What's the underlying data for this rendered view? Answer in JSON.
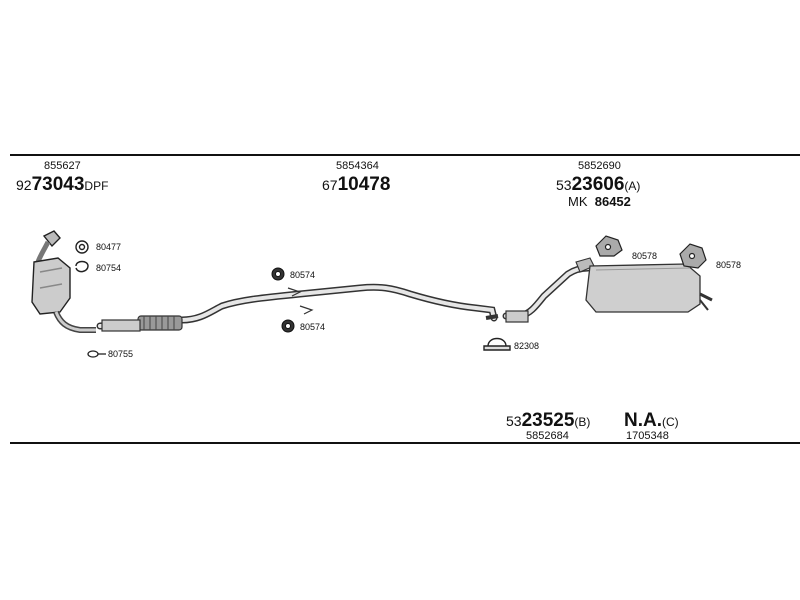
{
  "colors": {
    "ink": "#111111",
    "background": "#ffffff"
  },
  "sections": {
    "left": {
      "ref": "855627",
      "part_prefix": "92",
      "part_main": "73043",
      "part_suffix": "DPF"
    },
    "middle": {
      "ref": "5854364",
      "part_prefix": "67",
      "part_main": "10478"
    },
    "right": {
      "ref": "5852690",
      "part_prefix": "53",
      "part_main": "23606",
      "part_suffix": "(A)",
      "kit_label": "MK",
      "kit_number": "86452"
    }
  },
  "bottom": {
    "b": {
      "part_prefix": "53",
      "part_main": "23525",
      "part_suffix": "(B)",
      "ref": "5852684"
    },
    "c": {
      "part_main": "N.A.",
      "part_suffix": "(C)",
      "ref": "1705348"
    }
  },
  "callouts": {
    "c80477": "80477",
    "c80754": "80754",
    "c80755": "80755",
    "c80574_top": "80574",
    "c80574_bottom": "80574",
    "c82308": "82308",
    "c80578_left": "80578",
    "c80578_right": "80578"
  }
}
